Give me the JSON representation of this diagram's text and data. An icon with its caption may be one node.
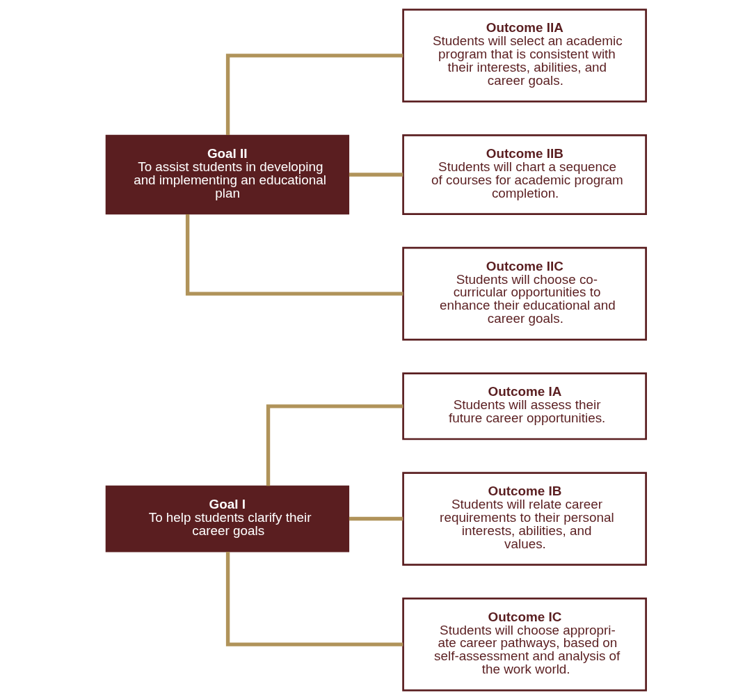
{
  "diagram": {
    "nodes": [
      {
        "text": [
          "Goal I",
          "To help students clarify their career goals"
        ]
      },
      {
        "text": [
          "Outcome IA",
          "Students will assess their future career opportunities."
        ]
      },
      {
        "text": [
          "Outcome IB",
          "Students will relate career requirements to their personal interests, abilities, and values."
        ]
      },
      {
        "text": [
          "Outcome IC",
          "Students will choose appropri- ate career pathways, based on self-assessment and analysis of the work world."
        ]
      },
      {
        "text": [
          "Goal II",
          "To assist students in developing and implementing an educational plan"
        ]
      },
      {
        "text": [
          "Outcome IIA",
          "Students will select an academic program that is consistent with their interests, abilities, and career goals."
        ]
      },
      {
        "text": [
          "Outcome IIB",
          "Students will chart a sequence of courses for academic program completion."
        ]
      },
      {
        "text": [
          "Outcome IIC",
          "Students will choose co-curricular opportunities to enhance their educational and career goals."
        ]
      }
    ],
    "edges": [
      {
        "from": 0,
        "to": 1,
        "arrow": "none"
      },
      {
        "from": 0,
        "to": 2,
        "arrow": "none"
      },
      {
        "from": 0,
        "to": 3,
        "arrow": "none"
      },
      {
        "from": 4,
        "to": 5,
        "arrow": "none"
      },
      {
        "from": 4,
        "to": 6,
        "arrow": "none"
      },
      {
        "from": 4,
        "to": 7,
        "arrow": "none"
      }
    ]
  }
}
